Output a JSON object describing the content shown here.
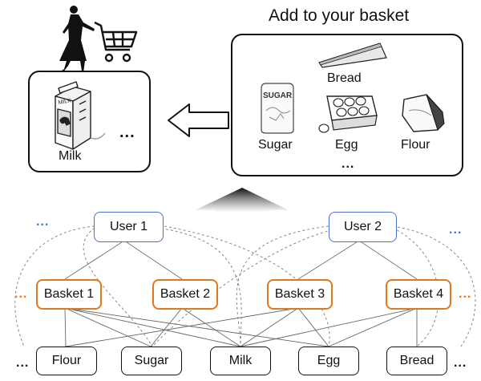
{
  "title": "Add to your basket",
  "cart_box": {
    "milk_label": "Milk",
    "ellipsis": "..."
  },
  "products_box": {
    "bread_label": "Bread",
    "sugar_label": "Sugar",
    "egg_label": "Egg",
    "flour_label": "Flour",
    "sugar_package_text": "SUGAR",
    "ellipsis": "..."
  },
  "graph": {
    "users": [
      "User 1",
      "User 2"
    ],
    "baskets": [
      "Basket 1",
      "Basket 2",
      "Basket 3",
      "Basket 4"
    ],
    "items": [
      "Flour",
      "Sugar",
      "Milk",
      "Egg",
      "Bread"
    ],
    "ellipsis": "..."
  },
  "colors": {
    "user": "#4a73c8",
    "basket": "#e2781f",
    "item": "#111111"
  }
}
